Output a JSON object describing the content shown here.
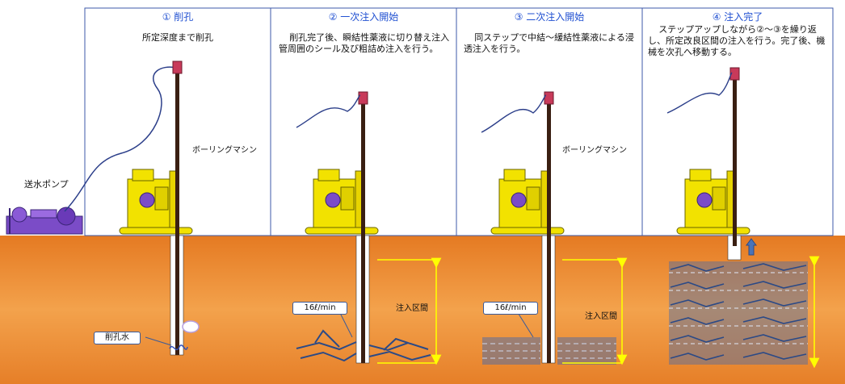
{
  "pump_label": "送水ポンプ",
  "steps": [
    {
      "title": "① 削孔",
      "desc": "所定深度まで削孔"
    },
    {
      "title": "② 一次注入開始",
      "desc": "削孔完了後、瞬結性薬液に切り替え注入管周囲のシール及び粗詰め注入を行う。"
    },
    {
      "title": "③ 二次注入開始",
      "desc": "同ステップで中結～緩結性薬液による浸透注入を行う。"
    },
    {
      "title": "④ 注入完了",
      "desc": "ステップアップしながら②～③を繰り返し、所定改良区間の注入を行う。完了後、機械を次孔へ移動する。"
    }
  ],
  "machine_label_1": "ボーリングマシン",
  "machine_label_3": "ボーリングマシン",
  "flow_rate_2": "16ℓ/min",
  "flow_rate_3": "16ℓ/min",
  "interval_label_2": "注入区間",
  "interval_label_3": "注入区間",
  "water_label": "削孔水",
  "colors": {
    "panel_border": "#3d5aa8",
    "title_text": "#1f4fd1",
    "soil_top": "#e8822a",
    "soil_mid": "#f2a04a",
    "machine_yellow": "#f2e200",
    "rod": "#3a1f12",
    "rod_top": "#c83a5a",
    "crack": "#2c4a86",
    "interval_arrow": "#ffff00",
    "up_arrow": "#4a74b8"
  }
}
